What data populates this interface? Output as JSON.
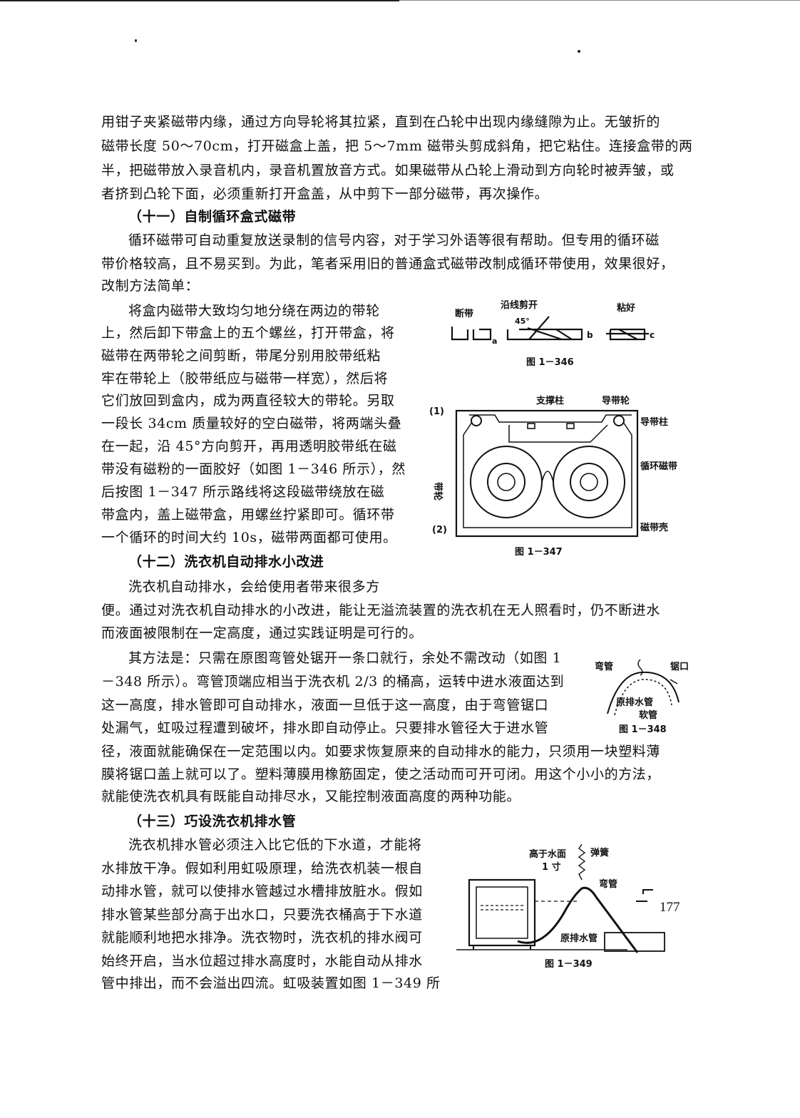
{
  "page_number": "177",
  "paragraphs": {
    "p1": [
      "用钳子夹紧磁带内缘，通过方向导轮将其拉紧，直到在凸轮中出现内缘缝隙为止。无皱折的",
      "磁带长度 50～70cm，打开磁盒上盖，把 5～7mm 磁带头剪成斜角，把它粘住。连接盒带的两",
      "半，把磁带放入录音机内，录音机置放音方式。如果磁带从凸轮上滑动到方向轮时被弄皱，或",
      "者挤到凸轮下面，必须重新打开盒盖，从中剪下一部分磁带，再次操作。"
    ],
    "h11": "（十一）自制循环盒式磁带",
    "p2": [
      "循环磁带可自动重复放送录制的信号内容，对于学习外语等很有帮助。但专用的循环磁",
      "带价格较高，且不易买到。为此，笔者采用旧的普通盒式磁带改制成循环带使用，效果很好，",
      "改制方法简单："
    ],
    "p3": [
      "将盒内磁带大致均匀地分绕在两边的带轮",
      "上，然后卸下带盒上的五个螺丝，打开带盒，将",
      "磁带在两带轮之间剪断，带尾分别用胶带纸粘",
      "牢在带轮上（胶带纸应与磁带一样宽），然后将",
      "它们放回到盒内，成为两直径较大的带轮。另取",
      "一段长 34cm 质量较好的空白磁带，将两端头叠",
      "在一起，沿 45°方向剪开，再用透明胶带纸在磁",
      "带没有磁粉的一面胶好（如图 1－346 所示），然",
      "后按图 1－347 所示路线将这段磁带绕放在磁",
      "带盒内，盖上磁带盒，用螺丝拧紧即可。循环带",
      "一个循环的时间大约 10s，磁带两面都可使用。"
    ],
    "h12": "（十二）洗衣机自动排水小改进",
    "p4_first": "洗衣机自动排水，会给使用者带来很多方",
    "p4": [
      "便。通过对洗衣机自动排水的小改进，能让无溢流装置的洗衣机在无人照看时，仍不断进水",
      "而液面被限制在一定高度，通过实践证明是可行的。"
    ],
    "p5": [
      "其方法是：只需在原图弯管处锯开一条口就行，余处不需改动（如图 1",
      "－348 所示）。弯管顶端应相当于洗衣机 2/3 的桶高，运转中进水液面达到",
      "这一高度，排水管即可自动排水，液面一旦低于这一高度，由于弯管锯口",
      "处漏气，虹吸过程遭到破坏，排水即自动停止。只要排水管径大于进水管"
    ],
    "p6": [
      "径，液面就能确保在一定范围以内。如要求恢复原来的自动排水的能力，只须用一块塑料薄",
      "膜将锯口盖上就可以了。塑料薄膜用橡筋固定，使之活动而可开可闭。用这个小小的方法，",
      "就能使洗衣机具有既能自动排尽水，又能控制液面高度的两种功能。"
    ],
    "h13": "（十三）巧设洗衣机排水管",
    "p7": [
      "洗衣机排水管必须注入比它低的下水道，才能将",
      "水排放干净。假如利用虹吸原理，给洗衣机装一根自",
      "动排水管，就可以使排水管越过水槽排放脏水。假如",
      "排水管某些部分高于出水口，只要洗衣桶高于下水道",
      "就能顺利地把水排净。洗衣物时，洗衣机的排水阀可",
      "始终开启，当水位超过排水高度时，水能自动从排水",
      "管中排出，而不会溢出四流。虹吸装置如图 1－349 所"
    ]
  },
  "figures": {
    "f346": {
      "caption": "图 1－346",
      "label_cut": "断带",
      "label_cut_line": "沿线剪开",
      "label_angle": "45°",
      "label_stuck": "粘好",
      "a": "a",
      "b": "b",
      "c": "c"
    },
    "f347": {
      "caption": "图 1－347",
      "n1": "(1)",
      "n2": "(2)",
      "support_post": "支撑柱",
      "guide_wheel": "导带轮",
      "guide_post": "导带柱",
      "loop_tape": "循环磁带",
      "shell": "磁带壳",
      "reel": "带轮"
    },
    "f348": {
      "caption": "图 1－348",
      "bend": "弯管",
      "saw": "锯口",
      "orig_hose": "原排水管",
      "soft": "软管"
    },
    "f349": {
      "caption": "图 1－349",
      "above": "高于水面",
      "inch": "1 寸",
      "spring": "弹簧",
      "bend": "弯管",
      "orig_hose": "原排水管"
    }
  }
}
